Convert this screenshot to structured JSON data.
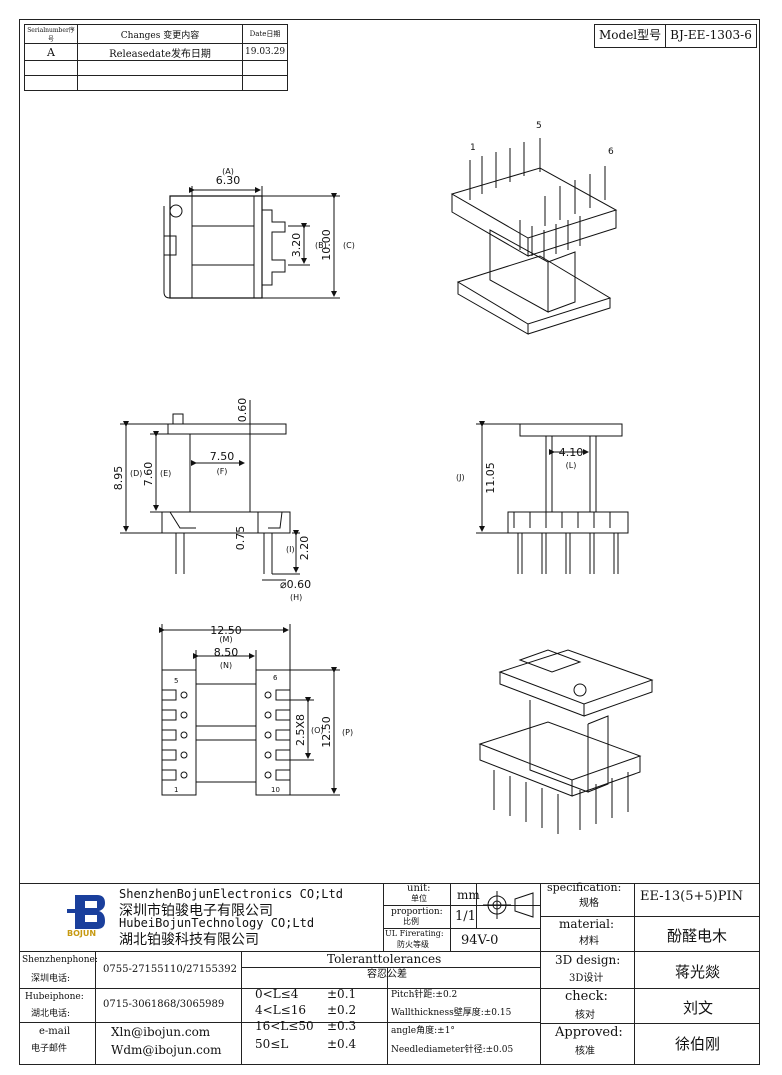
{
  "revision_table": {
    "headers": {
      "serial": "Serialnumber序号",
      "changes": "Changes 变更内容",
      "date": "Date日期"
    },
    "rows": [
      {
        "serial": "A",
        "changes": "Releasedate发布日期",
        "date": "19.03.29"
      },
      {
        "serial": "",
        "changes": "",
        "date": ""
      },
      {
        "serial": "",
        "changes": "",
        "date": ""
      }
    ]
  },
  "model": {
    "label": "Model型号",
    "value": "BJ-EE-1303-6"
  },
  "top_view": {
    "dim_a": "6.30",
    "dim_a_tag": "(A)",
    "dim_b": "3.20",
    "dim_b_tag": "(B)",
    "dim_c": "10.00",
    "dim_c_tag": "(C)"
  },
  "iso_top": {
    "pin1": "1",
    "pin5": "5",
    "pin6": "6"
  },
  "front_view": {
    "dim_060": "0.60",
    "dim_d": "8.95",
    "dim_d_tag": "(D)",
    "dim_e": "7.60",
    "dim_e_tag": "(E)",
    "dim_f": "7.50",
    "dim_f_tag": "(F)",
    "dim_075": "0.75",
    "dim_i": "2.20",
    "dim_i_tag": "(I)",
    "dim_h": "⌀0.60",
    "dim_h_tag": "(H)"
  },
  "side_view": {
    "dim_l": "4.10",
    "dim_l_tag": "(L)",
    "dim_j": "11.05",
    "dim_j_tag": "(J)"
  },
  "bottom_view": {
    "dim_m": "12.50",
    "dim_m_tag": "(M)",
    "dim_n": "8.50",
    "dim_n_tag": "(N)",
    "dim_o": "2.5X8",
    "dim_o_tag": "(O)",
    "dim_p": "12.50",
    "dim_p_tag": "(P)",
    "pin5": "5",
    "pin6": "6",
    "pin1": "1",
    "pin10": "10"
  },
  "title_block": {
    "company_en_1": "ShenzhenBojunElectronics CO;Ltd",
    "company_cn_1": "深圳市铂骏电子有限公司",
    "company_en_2": "HubeiBojunTechnology CO;Ltd",
    "company_cn_2": "湖北铂骏科技有限公司",
    "logo_text": "BOJUN",
    "unit_label": "unit:",
    "unit_label_cn": "单位",
    "unit_value": "mm",
    "proportion_label": "proportion:",
    "proportion_label_cn": "比例",
    "proportion_value": "1/1",
    "ul_label": "UL Firerating:",
    "ul_label_cn": "防火等级",
    "ul_value": "94V-0",
    "spec_label": "specification:",
    "spec_label_cn": "规格",
    "spec_value": "EE-13(5+5)PIN",
    "material_label": "material:",
    "material_label_cn": "材料",
    "material_value": "酚醛电木",
    "design_label": "3D design:",
    "design_label_cn": "3D设计",
    "design_value": "蒋光燚",
    "check_label": "check:",
    "check_label_cn": "核对",
    "check_value": "刘文",
    "approved_label": "Approved:",
    "approved_label_cn": "核准",
    "approved_value": "徐伯刚",
    "sz_phone_label": "Shenzhenphone:",
    "sz_phone_label_cn": "深圳电话:",
    "sz_phone": "0755-27155110/27155392",
    "hb_phone_label": "Hubeiphone:",
    "hb_phone_label_cn": "湖北电话:",
    "hb_phone": "0715-3061868/3065989",
    "email_label": "e-mail",
    "email_label_cn": "电子邮件",
    "email_1": "Xln@ibojun.com",
    "email_2": "Wdm@ibojun.com",
    "tol_title": "Toleranttolerances",
    "tol_title_cn": "容忍公差",
    "tol_ranges": [
      "0<L≤4",
      "4<L≤16",
      "16<L≤50",
      "50≤L"
    ],
    "tol_values": [
      "±0.1",
      "±0.2",
      "±0.3",
      "±0.4"
    ],
    "tol_notes": [
      "Pitch针距:±0.2",
      "Wallthickness壁厚度:±0.15",
      "angle角度:±1°",
      "Needlediameter针径:±0.05"
    ]
  }
}
